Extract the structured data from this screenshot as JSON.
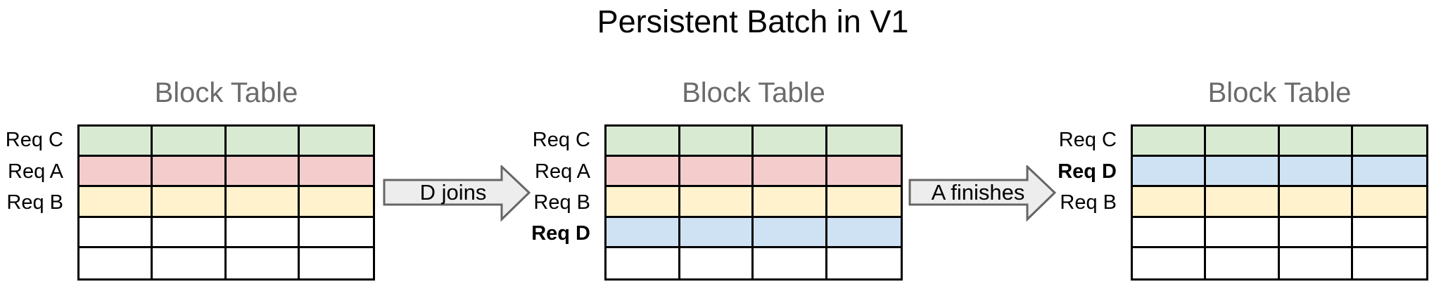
{
  "title": "Persistent Batch in V1",
  "colors": {
    "green": "#d9ead3",
    "red": "#f4cccc",
    "yellow": "#fff2cc",
    "blue": "#cfe2f3",
    "white": "#ffffff",
    "table_border": "#000000",
    "heading_gray": "#6b6b6b",
    "arrow_fill": "#ededed",
    "arrow_border": "#666666"
  },
  "tables": [
    {
      "heading": "Block Table",
      "columns": 4,
      "rows": [
        {
          "label": "Req C",
          "color": "green",
          "bold": false
        },
        {
          "label": "Req A",
          "color": "red",
          "bold": false
        },
        {
          "label": "Req B",
          "color": "yellow",
          "bold": false
        },
        {
          "label": "",
          "color": "white",
          "bold": false
        },
        {
          "label": "",
          "color": "white",
          "bold": false
        }
      ]
    },
    {
      "heading": "Block Table",
      "columns": 4,
      "rows": [
        {
          "label": "Req C",
          "color": "green",
          "bold": false
        },
        {
          "label": "Req A",
          "color": "red",
          "bold": false
        },
        {
          "label": "Req B",
          "color": "yellow",
          "bold": false
        },
        {
          "label": "Req D",
          "color": "blue",
          "bold": true
        },
        {
          "label": "",
          "color": "white",
          "bold": false
        }
      ]
    },
    {
      "heading": "Block Table",
      "columns": 4,
      "rows": [
        {
          "label": "Req C",
          "color": "green",
          "bold": false
        },
        {
          "label": "Req D",
          "color": "blue",
          "bold": true
        },
        {
          "label": "Req B",
          "color": "yellow",
          "bold": false
        },
        {
          "label": "",
          "color": "white",
          "bold": false
        },
        {
          "label": "",
          "color": "white",
          "bold": false
        }
      ]
    }
  ],
  "arrows": [
    {
      "label": "D joins"
    },
    {
      "label": "A finishes"
    }
  ]
}
